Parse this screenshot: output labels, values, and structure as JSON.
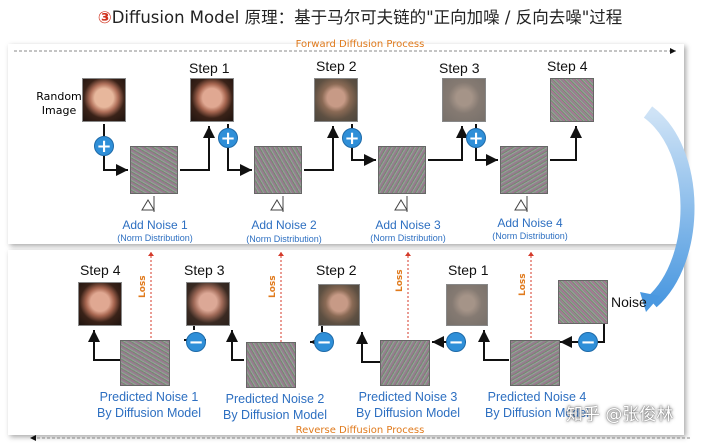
{
  "title_num": "③",
  "title_text": "Diffusion Model 原理：基于马尔可夫链的\"正向加噪 / 反向去噪\"过程",
  "forward_label": "Forward Diffusion Process",
  "reverse_label": "Reverse Diffusion Process",
  "random_image": "Random\nImage",
  "noise_label": "Noise",
  "loss_label": "Loss",
  "top_steps": [
    "Step 1",
    "Step 2",
    "Step 3",
    "Step 4"
  ],
  "bottom_steps": [
    "Step 4",
    "Step 3",
    "Step 2",
    "Step 1"
  ],
  "add_noise": [
    "Add Noise 1",
    "Add Noise 2",
    "Add Noise 3",
    "Add Noise 4"
  ],
  "norm": "(Norm Distribution)",
  "predicted": [
    "Predicted Noise 1",
    "Predicted Noise 2",
    "Predicted Noise 3",
    "Predicted Noise 4"
  ],
  "by_model": "By Diffusion Model",
  "watermark": "知乎 @张俊林",
  "colors": {
    "accent": "#2f8fd8",
    "orange": "#e07a1c",
    "loss": "#d43a2a",
    "text_blue": "#2d6fc1"
  }
}
